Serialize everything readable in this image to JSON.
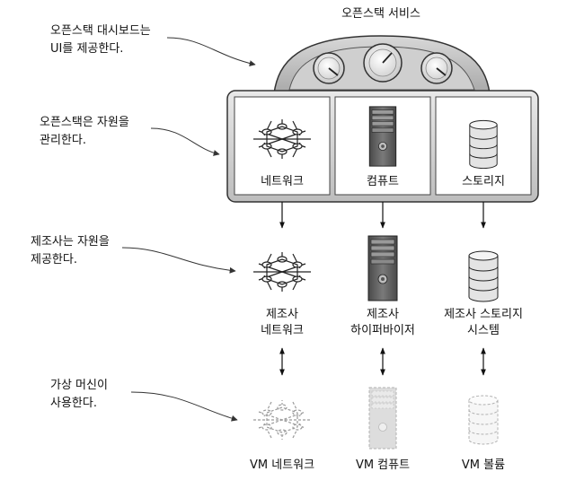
{
  "title": "오픈스택 서비스",
  "annotations": {
    "dashboard": [
      "오픈스택 대시보드는",
      "UI를 제공한다."
    ],
    "manage": [
      "오픈스택은 자원을",
      "관리한다."
    ],
    "provide": [
      "제조사는 자원을",
      "제공한다."
    ],
    "consume": [
      "가상 머신이",
      "사용한다."
    ]
  },
  "openstack_resources": {
    "network": "네트워크",
    "compute": "컴퓨트",
    "storage": "스토리지"
  },
  "vendor_resources": {
    "network": [
      "제조사",
      "네트워크"
    ],
    "compute": [
      "제조사",
      "하이퍼바이저"
    ],
    "storage": [
      "제조사 스토리지",
      "시스템"
    ]
  },
  "vm_resources": {
    "network": "VM 네트워크",
    "compute": "VM 컴퓨트",
    "storage": "VM 볼륨"
  },
  "icons": {
    "gauges": "gauge-icon",
    "network": "network-icon",
    "compute": "server-tower-icon",
    "storage": "storage-stack-icon"
  }
}
